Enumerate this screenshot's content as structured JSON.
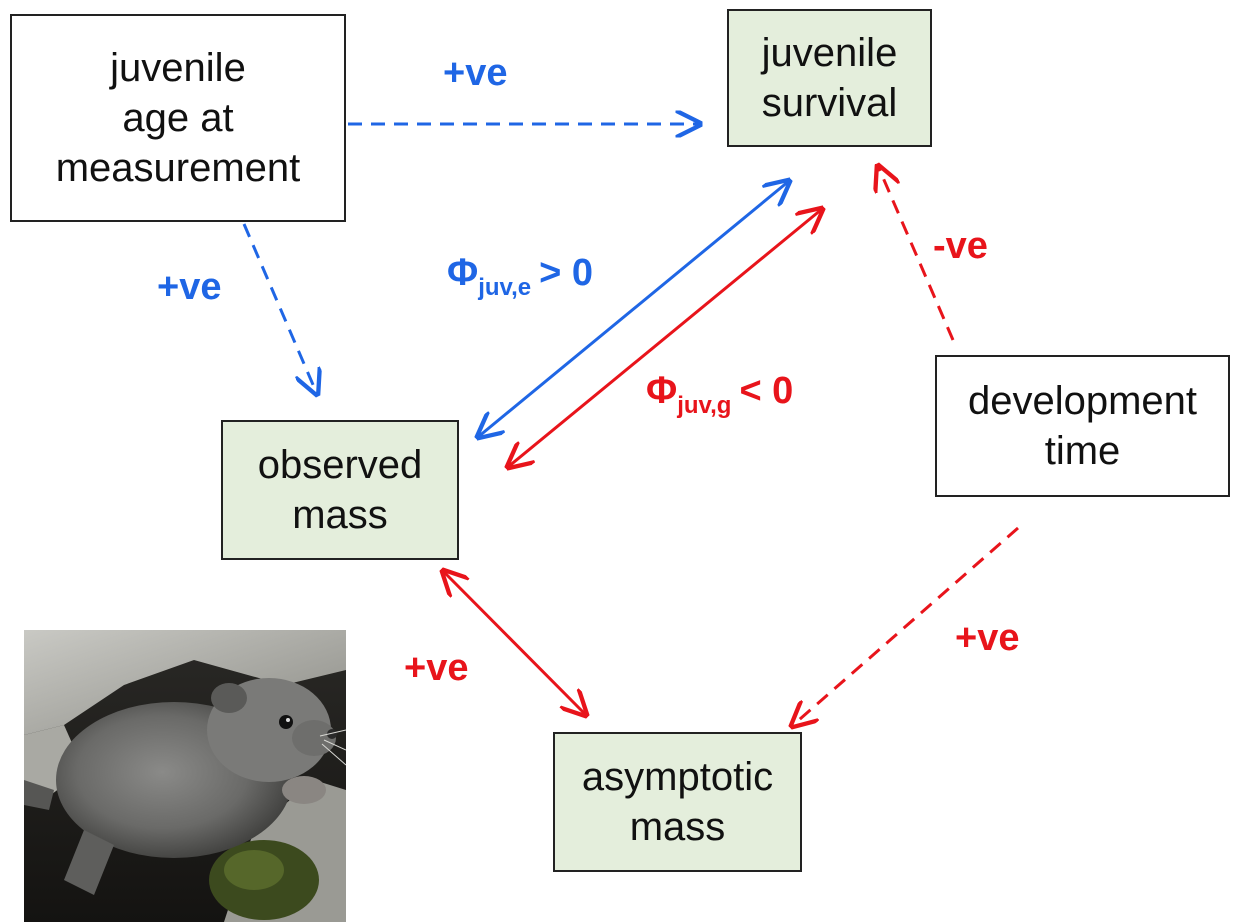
{
  "nodes": {
    "juvenile_age": [
      "juvenile",
      "age at",
      "measurement"
    ],
    "juvenile_survival": [
      "juvenile",
      "survival"
    ],
    "observed_mass": [
      "observed",
      "mass"
    ],
    "development_time": [
      "development",
      "time"
    ],
    "asymptotic_mass": [
      "asymptotic",
      "mass"
    ]
  },
  "edge_labels": {
    "age_to_survival": "+ve",
    "age_to_observed": "+ve",
    "phi_e": {
      "main": "Φ",
      "sub": "juv,e",
      "rest": "> 0"
    },
    "phi_g": {
      "main": "Φ",
      "sub": "juv,g",
      "rest": "< 0"
    },
    "devtime_to_survival": "-ve",
    "devtime_to_asymptotic": "+ve",
    "observed_asymptotic": "+ve"
  },
  "colors": {
    "blue": "#1f66e5",
    "red": "#e8141b",
    "green_box": "#e4eedc"
  },
  "photo": "vole-photo"
}
